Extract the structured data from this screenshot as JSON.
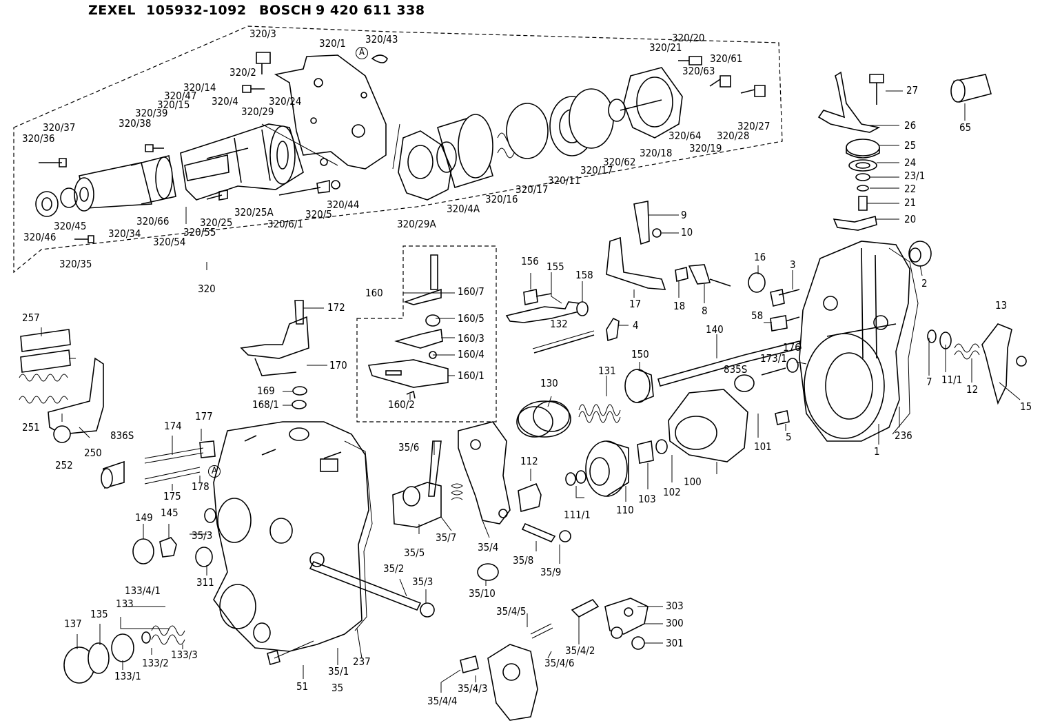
{
  "header": {
    "maker1": "ZEXEL",
    "part1": "105932-1092",
    "maker2": "BOSCH",
    "part2": "9 420 611 338"
  },
  "labels": {
    "l320_3": "320/3",
    "l320_1": "320/1",
    "l320_43": "320/43",
    "l320_20": "320/20",
    "l320_21": "320/21",
    "l320_61": "320/61",
    "l320_63": "320/63",
    "l320_2": "320/2",
    "l320_14": "320/14",
    "l320_47": "320/47",
    "l320_15": "320/15",
    "l320_4": "320/4",
    "l320_24": "320/24",
    "l320_29": "320/29",
    "l320_39": "320/39",
    "l320_38": "320/38",
    "l320_37": "320/37",
    "l320_36": "320/36",
    "l320_64": "320/64",
    "l320_28": "320/28",
    "l320_27": "320/27",
    "l320_19": "320/19",
    "l320_18": "320/18",
    "l320_62": "320/62",
    "l320_17b": "320/17",
    "l320_11": "320/11",
    "l320_17a": "320/17",
    "l320_16": "320/16",
    "l320_4A": "320/4A",
    "l320_29A": "320/29A",
    "l320_44": "320/44",
    "l320_5": "320/5",
    "l320_6_1": "320/6/1",
    "l320_25A": "320/25A",
    "l320_25": "320/25",
    "l320_55": "320/55",
    "l320_54": "320/54",
    "l320_66": "320/66",
    "l320_34": "320/34",
    "l320_45": "320/45",
    "l320_46": "320/46",
    "l320_35": "320/35",
    "l320": "320",
    "lA_top": "A",
    "l27": "27",
    "l26": "26",
    "l25": "25",
    "l24": "24",
    "l23_1": "23/1",
    "l22": "22",
    "l21": "21",
    "l20": "20",
    "l65": "65",
    "l2": "2",
    "l9": "9",
    "l10": "10",
    "l156": "156",
    "l155": "155",
    "l158": "158",
    "l16": "16",
    "l3": "3",
    "l17": "17",
    "l18": "18",
    "l8": "8",
    "l4": "4",
    "l132": "132",
    "l58": "58",
    "l160": "160",
    "l160_7": "160/7",
    "l160_5": "160/5",
    "l160_3": "160/3",
    "l160_4": "160/4",
    "l160_1": "160/1",
    "l160_2": "160/2",
    "l172": "172",
    "l170": "170",
    "l169": "169",
    "l168_1": "168/1",
    "l257": "257",
    "l251": "251",
    "l252": "252",
    "l250": "250",
    "l836S": "836S",
    "l174": "174",
    "l177": "177",
    "l175": "175",
    "l178": "178",
    "lA_mid": "A",
    "l140": "140",
    "l150": "150",
    "l131": "131",
    "l130": "130",
    "l176": "176",
    "l173_1": "173/1",
    "l835S": "835S",
    "l13": "13",
    "l7": "7",
    "l11_1": "11/1",
    "l12": "12",
    "l15": "15",
    "l236": "236",
    "l1": "1",
    "l5": "5",
    "l101": "101",
    "l100": "100",
    "l102": "102",
    "l103": "103",
    "l110": "110",
    "l111_1": "111/1",
    "l112": "112",
    "l35_6": "35/6",
    "l35_5": "35/5",
    "l35_7": "35/7",
    "l35_4": "35/4",
    "l35_8": "35/8",
    "l35_9": "35/9",
    "l35_10": "35/10",
    "l149": "149",
    "l145": "145",
    "l35_3a": "35/3",
    "l311": "311",
    "l35_2": "35/2",
    "l35_3b": "35/3",
    "l133_4_1": "133/4/1",
    "l133": "133",
    "l137": "137",
    "l135": "135",
    "l133_1": "133/1",
    "l133_2": "133/2",
    "l133_3": "133/3",
    "l51": "51",
    "l35_1": "35/1",
    "l35": "35",
    "l237": "237",
    "l35_4_5": "35/4/5",
    "l35_4_2": "35/4/2",
    "l35_4_6": "35/4/6",
    "l35_4_3": "35/4/3",
    "l35_4_4": "35/4/4",
    "l303": "303",
    "l300": "300",
    "l301": "301"
  }
}
